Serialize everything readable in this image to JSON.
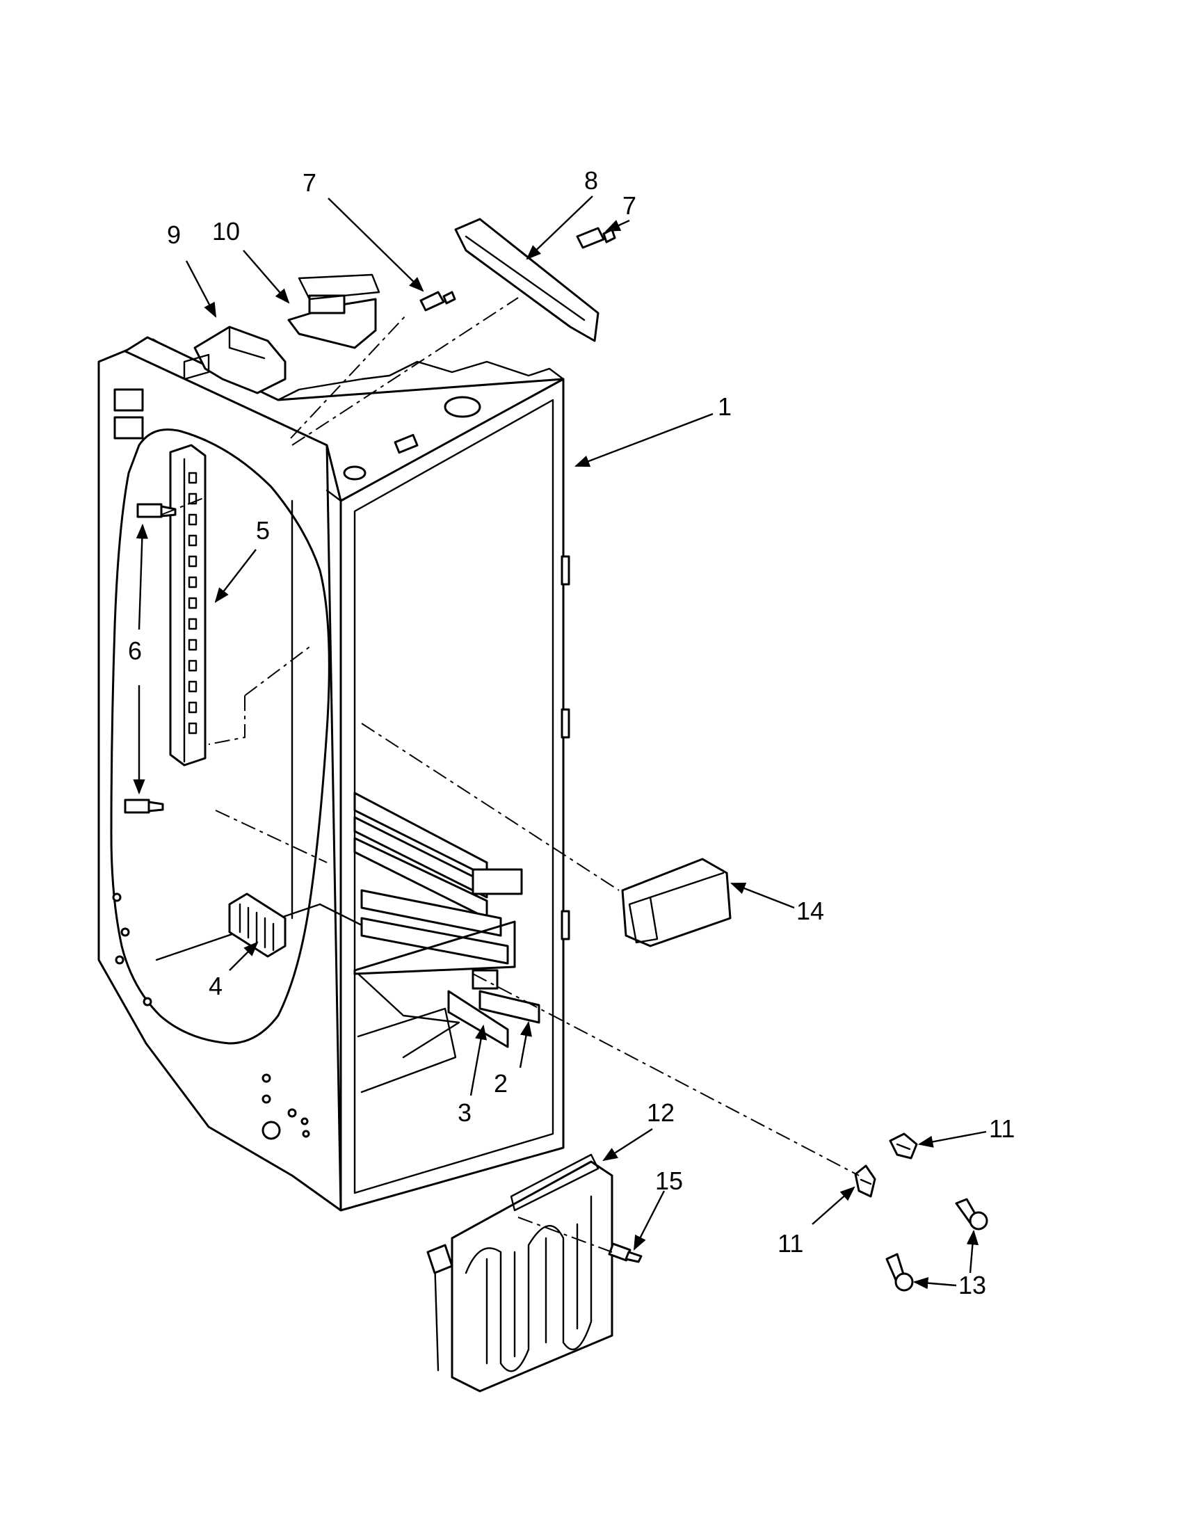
{
  "colors": {
    "ink": "#000000",
    "background": "#ffffff"
  },
  "callouts": [
    {
      "id": "c1",
      "text": "1"
    },
    {
      "id": "c2",
      "text": "2"
    },
    {
      "id": "c3",
      "text": "3"
    },
    {
      "id": "c4",
      "text": "4"
    },
    {
      "id": "c5",
      "text": "5"
    },
    {
      "id": "c6",
      "text": "6"
    },
    {
      "id": "c7a",
      "text": "7"
    },
    {
      "id": "c7b",
      "text": "7"
    },
    {
      "id": "c8",
      "text": "8"
    },
    {
      "id": "c9",
      "text": "9"
    },
    {
      "id": "c10",
      "text": "10"
    },
    {
      "id": "c11a",
      "text": "11"
    },
    {
      "id": "c11b",
      "text": "11"
    },
    {
      "id": "c12",
      "text": "12"
    },
    {
      "id": "c13",
      "text": "13"
    },
    {
      "id": "c14",
      "text": "14"
    },
    {
      "id": "c15",
      "text": "15"
    }
  ]
}
